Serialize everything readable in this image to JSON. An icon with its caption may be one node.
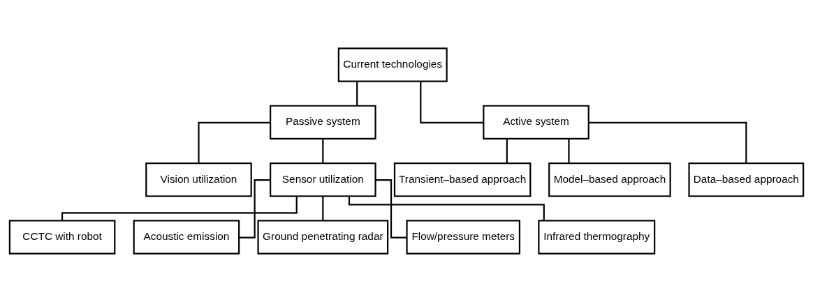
{
  "diagram": {
    "nodes": [
      {
        "text": [
          "Current technologies"
        ]
      },
      {
        "text": [
          "Passive system"
        ]
      },
      {
        "text": [
          "Active system"
        ]
      },
      {
        "text": [
          "Vision utilization"
        ]
      },
      {
        "text": [
          "Sensor utilization"
        ]
      },
      {
        "text": [
          "Transient–based approach"
        ]
      },
      {
        "text": [
          "Model–based approach"
        ]
      },
      {
        "text": [
          "Data–based approach"
        ]
      },
      {
        "text": [
          "CCTC with robot"
        ]
      },
      {
        "text": [
          "Acoustic emission"
        ]
      },
      {
        "text": [
          "Ground penetrating radar"
        ]
      },
      {
        "text": [
          "Flow/pressure meters"
        ]
      },
      {
        "text": [
          "Infrared thermography"
        ]
      }
    ],
    "edges": [
      {
        "from": 0,
        "to": 1,
        "arrow": "none"
      },
      {
        "from": 0,
        "to": 2,
        "arrow": "none"
      },
      {
        "from": 1,
        "to": 3,
        "arrow": "none"
      },
      {
        "from": 1,
        "to": 4,
        "arrow": "none"
      },
      {
        "from": 2,
        "to": 5,
        "arrow": "none"
      },
      {
        "from": 2,
        "to": 6,
        "arrow": "none"
      },
      {
        "from": 2,
        "to": 7,
        "arrow": "none"
      },
      {
        "from": 4,
        "to": 8,
        "arrow": "none"
      },
      {
        "from": 4,
        "to": 9,
        "arrow": "none"
      },
      {
        "from": 4,
        "to": 10,
        "arrow": "none"
      },
      {
        "from": 4,
        "to": 11,
        "arrow": "none"
      },
      {
        "from": 4,
        "to": 12,
        "arrow": "none"
      }
    ]
  }
}
